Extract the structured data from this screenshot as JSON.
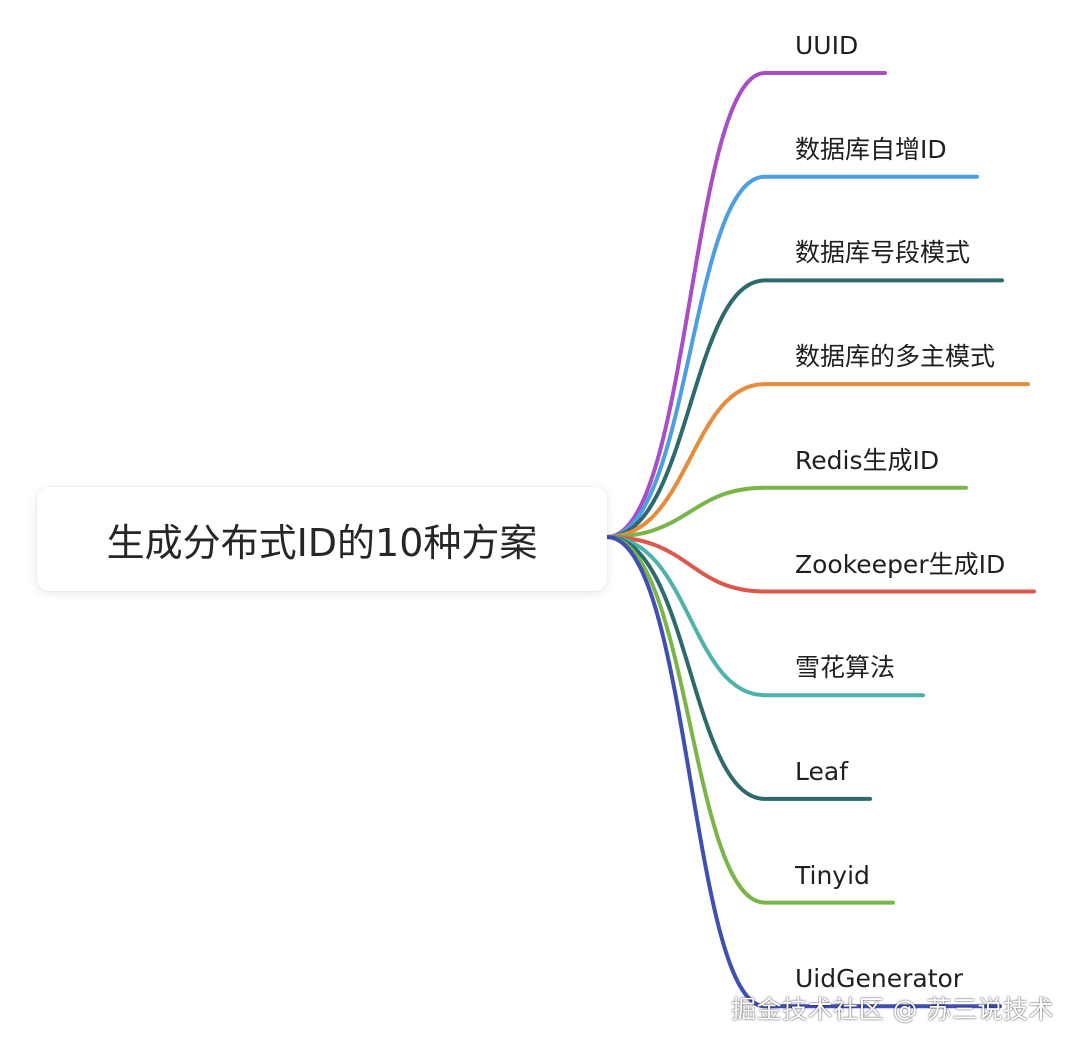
{
  "mindmap": {
    "root": {
      "label": "生成分布式ID的10种方案"
    },
    "branches": [
      {
        "label": "UUID",
        "color": "#a94ec6"
      },
      {
        "label": "数据库自增ID",
        "color": "#4d9fe4"
      },
      {
        "label": "数据库号段模式",
        "color": "#2d6a6e"
      },
      {
        "label": "数据库的多主模式",
        "color": "#e68c3a"
      },
      {
        "label": "Redis生成ID",
        "color": "#79b548"
      },
      {
        "label": "Zookeeper生成ID",
        "color": "#de574c"
      },
      {
        "label": "雪花算法",
        "color": "#4db3aa"
      },
      {
        "label": "Leaf",
        "color": "#2d6a6e"
      },
      {
        "label": "Tinyid",
        "color": "#79b548"
      },
      {
        "label": "UidGenerator",
        "color": "#3f4fb2"
      }
    ]
  },
  "watermark": {
    "text": "掘金技术社区 @ 苏三说技术"
  }
}
